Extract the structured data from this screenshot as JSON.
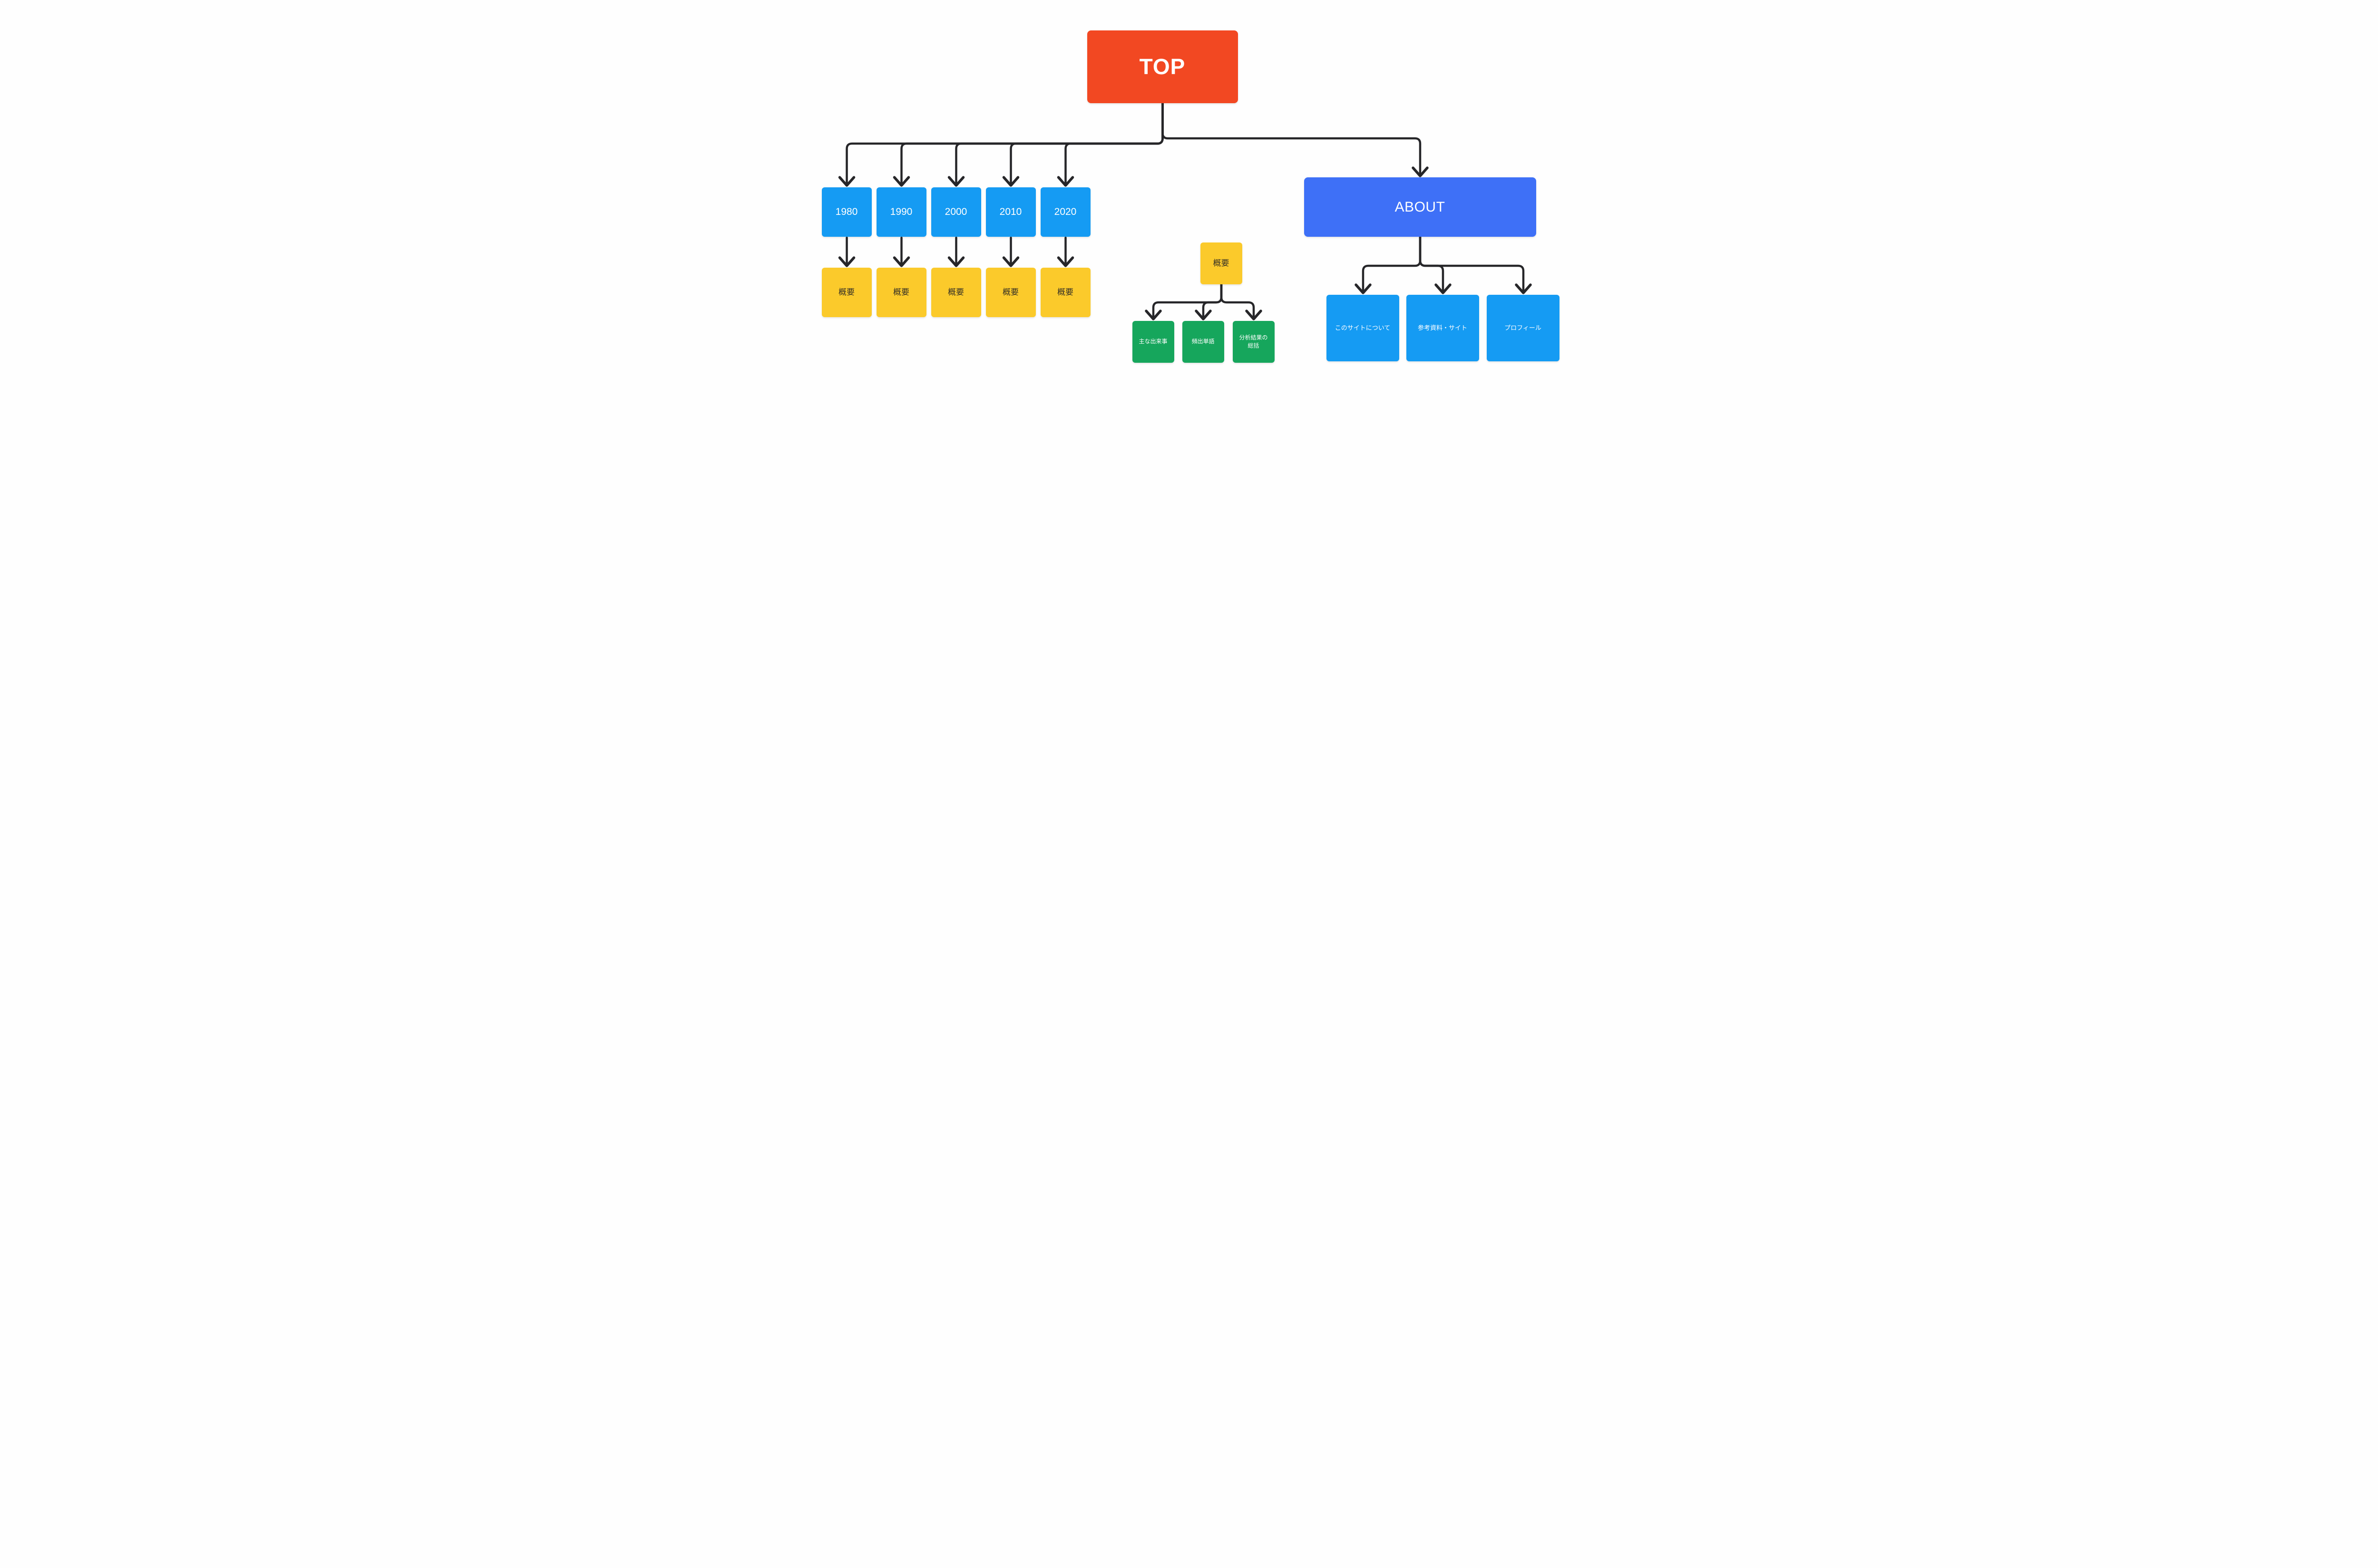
{
  "diagram": {
    "background": "#FEFEFE",
    "connector_color": "#262629",
    "root": {
      "label": "TOP",
      "color": "#F24822",
      "text_color": "#FFFFFF"
    },
    "decades": {
      "color": "#159BF3",
      "text_color": "#FFFFFF",
      "summary_color": "#FBCA2B",
      "summary_text_color": "#332F25",
      "items": [
        {
          "label": "1980",
          "summary": "概要"
        },
        {
          "label": "1990",
          "summary": "概要"
        },
        {
          "label": "2000",
          "summary": "概要"
        },
        {
          "label": "2010",
          "summary": "概要"
        },
        {
          "label": "2020",
          "summary": "概要"
        }
      ]
    },
    "summary_branch": {
      "label": "概要",
      "color": "#FBCA2B",
      "text_color": "#332F25",
      "children_color": "#16A65C",
      "children_text_color": "#FFFFFF",
      "children": [
        {
          "label": "主な出来事"
        },
        {
          "label": "頻出単語"
        },
        {
          "label": "分析結果の総括"
        }
      ]
    },
    "about": {
      "label": "ABOUT",
      "color": "#3E70F7",
      "text_color": "#FFFFFF",
      "children_color": "#159BF3",
      "children_text_color": "#FFFFFF",
      "children": [
        {
          "label": "このサイトについて"
        },
        {
          "label": "参考資料・サイト"
        },
        {
          "label": "プロフィール"
        }
      ]
    }
  }
}
